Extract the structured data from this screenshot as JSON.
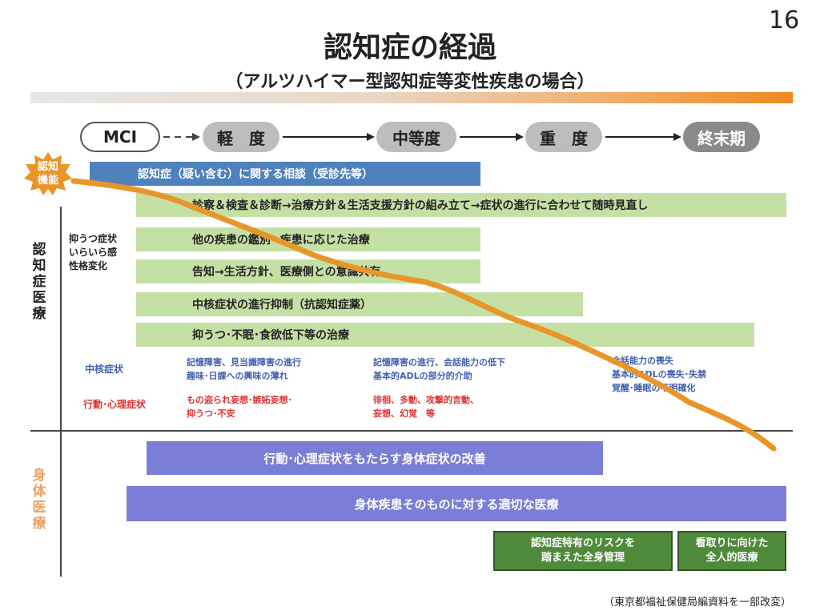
{
  "page_number": "16",
  "title": "認知症の経過",
  "subtitle": "（アルツハイマー型認知症等変性疾患の場合）",
  "stages": {
    "mci": "MCI",
    "mild": "軽　度",
    "moderate": "中等度",
    "severe": "重　度",
    "terminal": "終末期"
  },
  "cognitive_badge": "認知\n機能",
  "bars": {
    "consult": "認知症（疑い含む）に関する相談（受診先等）",
    "diagnosis": "診察＆検査＆診断→治療方針＆生活支援方針の組み立て→症状の進行に合わせて随時見直し",
    "differential": "他の疾患の鑑別→疾患に応じた治療",
    "disclosure": "告知→生活方針、医療側との意識共有",
    "core_treatment": "中核症状の進行抑制（抗認知症薬）",
    "symptom_treatment": "抑うつ･不眠･食欲低下等の治療"
  },
  "side_note": [
    "抑うつ症状",
    "いらいら感",
    "性格変化"
  ],
  "section_labels": {
    "dementia_care": "認知症医療",
    "physical_care": "身体医療"
  },
  "row_labels": {
    "core": "中核症状",
    "bpsd": "行動･心理症状"
  },
  "core_symptoms": {
    "mild": [
      "記憶障害、見当識障害の進行",
      "趣味･日課への興味の薄れ"
    ],
    "moderate": [
      "記憶障害の進行、会話能力の低下",
      "基本的ADLの部分的介助"
    ],
    "severe": [
      "会話能力の喪失",
      "基本的ADLの喪失･失禁",
      "覚醒･睡眠の不明確化"
    ]
  },
  "bpsd_symptoms": {
    "mild": [
      "もの盗られ妄想･嫉妬妄想･",
      "抑うつ･不安"
    ],
    "moderate": [
      "徘徊、多動、攻撃的言動、",
      "妄想、幻覚　等"
    ]
  },
  "physical_bars": {
    "bpsd_improvement": "行動･心理症状をもたらす身体症状の改善",
    "appropriate_care": "身体疾患そのものに対する適切な医療"
  },
  "boxes": {
    "risk_management": [
      "認知症特有のリスクを",
      "踏まえた全身管理"
    ],
    "end_of_life": [
      "看取りに向けた",
      "全人的医療"
    ]
  },
  "source": "（東京都福祉保健局編資料を一部改変）",
  "colors": {
    "blue_bar": "#4f81bd",
    "green_bar": "#c5e0a5",
    "purple_bar": "#7a7ed6",
    "dark_green_box": "#4f8a3a",
    "curve": "#e8962a",
    "core_text": "#3f5faf",
    "bpsd_text": "#e03030",
    "physical_label": "#f0a060"
  }
}
